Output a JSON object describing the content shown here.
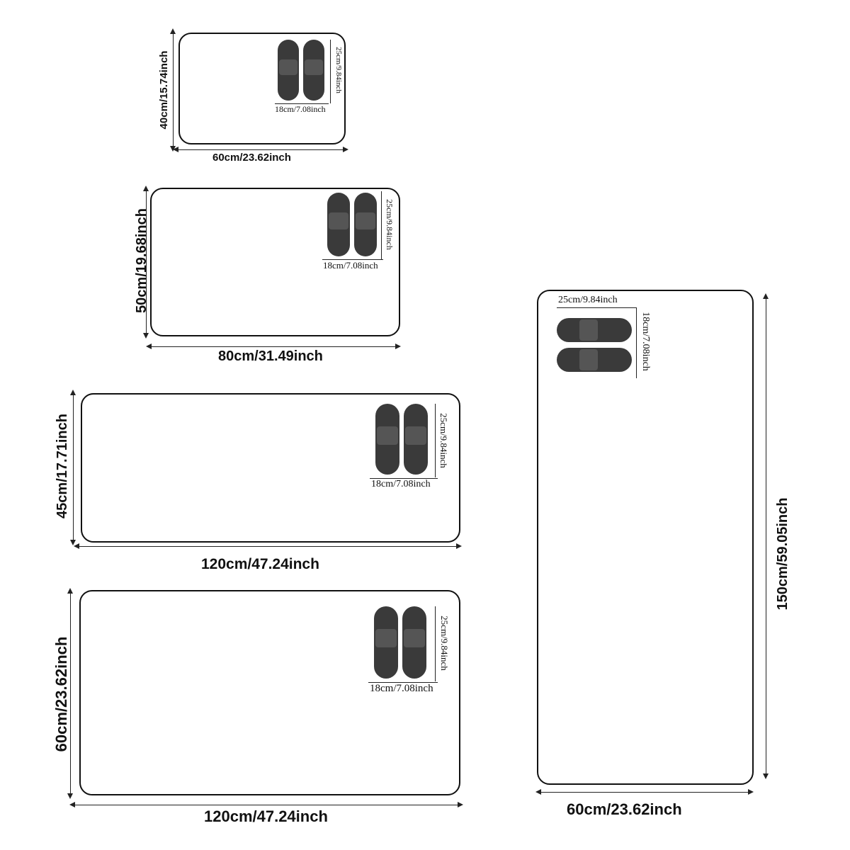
{
  "mats": [
    {
      "id": "mat-60x40",
      "width_label": "60cm/23.62inch",
      "height_label": "40cm/15.74inch",
      "slipper_length": "25cm/9.84inch",
      "slipper_width": "18cm/7.08inch"
    },
    {
      "id": "mat-80x50",
      "width_label": "80cm/31.49inch",
      "height_label": "50cm/19.68inch",
      "slipper_length": "25cm/9.84inch",
      "slipper_width": "18cm/7.08inch"
    },
    {
      "id": "mat-120x45",
      "width_label": "120cm/47.24inch",
      "height_label": "45cm/17.71inch",
      "slipper_length": "25cm/9.84inch",
      "slipper_width": "18cm/7.08inch"
    },
    {
      "id": "mat-120x60",
      "width_label": "120cm/47.24inch",
      "height_label": "60cm/23.62inch",
      "slipper_length": "25cm/9.84inch",
      "slipper_width": "18cm/7.08inch"
    },
    {
      "id": "mat-60x150",
      "width_label": "60cm/23.62inch",
      "height_label": "150cm/59.05inch",
      "slipper_length": "25cm/9.84inch",
      "slipper_width": "18cm/7.08inch"
    }
  ],
  "icons": {
    "slippers": "slippers-icon"
  },
  "colors": {
    "outline": "#111111",
    "slipper": "#3a3a3a",
    "background": "#ffffff"
  }
}
